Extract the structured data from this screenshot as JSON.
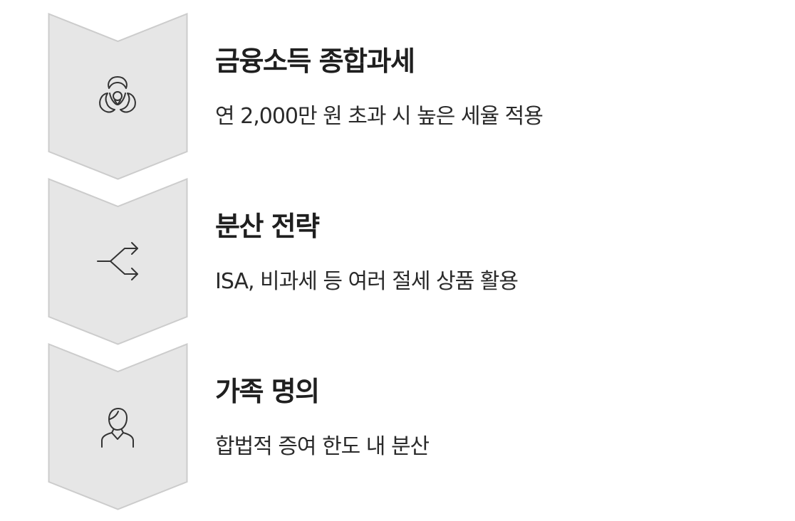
{
  "steps": [
    {
      "icon": "biohazard-icon",
      "title": "금융소득 종합과세",
      "description": "연 2,000만 원 초과 시 높은 세율 적용"
    },
    {
      "icon": "split-arrows-icon",
      "title": "분산 전략",
      "description": "ISA, 비과세 등 여러 절세 상품 활용"
    },
    {
      "icon": "person-icon",
      "title": "가족 명의",
      "description": "합법적 증여 한도 내 분산"
    }
  ],
  "colors": {
    "chevron_fill": "#e6e6e6",
    "chevron_stroke": "#cccccc",
    "icon_stroke": "#333333",
    "title": "#1f1f1f",
    "description": "#2a2a2a"
  }
}
